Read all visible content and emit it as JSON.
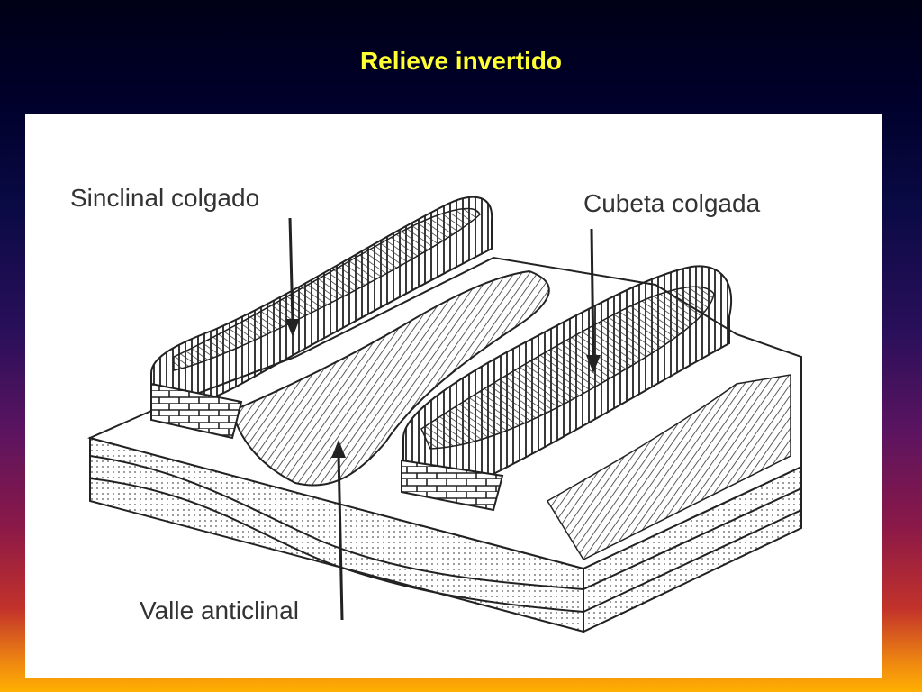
{
  "title": "Relieve invertido",
  "labels": {
    "sinclinal": "Sinclinal colgado",
    "cubeta": "Cubeta colgada",
    "valle": "Valle anticlinal"
  },
  "colors": {
    "title": "#ffff33",
    "panel": "#ffffff",
    "ink": "#222222"
  }
}
